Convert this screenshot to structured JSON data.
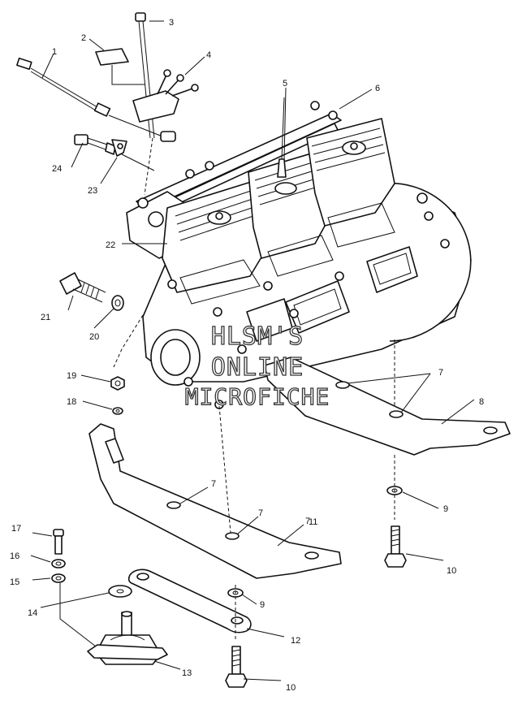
{
  "callouts": [
    "1",
    "2",
    "3",
    "4",
    "5",
    "6",
    "7",
    "7",
    "7",
    "7",
    "8",
    "9",
    "9",
    "10",
    "10",
    "11",
    "12",
    "13",
    "14",
    "15",
    "16",
    "17",
    "18",
    "19",
    "20",
    "21",
    "22",
    "23",
    "24"
  ],
  "watermark": {
    "line1": "HLSM'S",
    "line2": "ONLINE",
    "line3": "MICROFICHE"
  }
}
